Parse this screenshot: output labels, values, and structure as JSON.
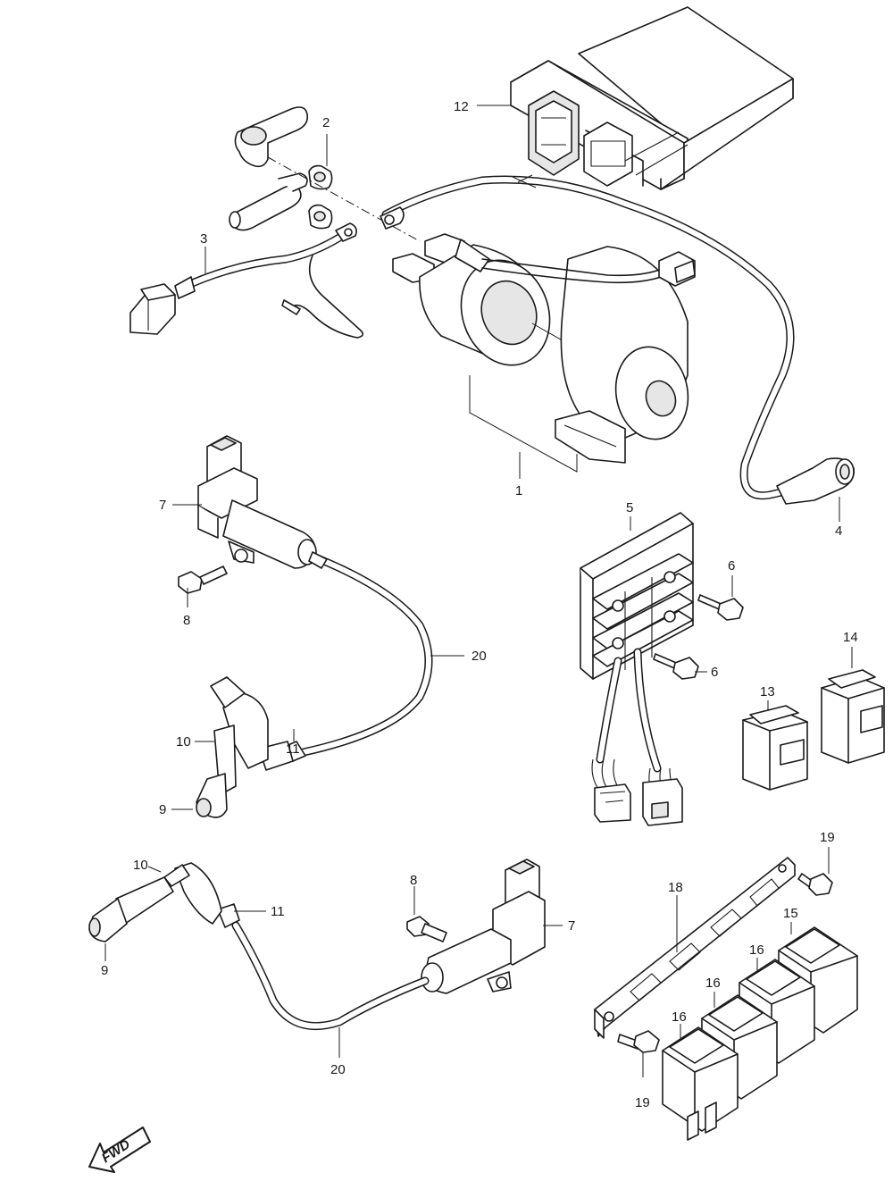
{
  "diagram": {
    "callouts": {
      "c1": "1",
      "c2": "2",
      "c3": "3",
      "c4": "4",
      "c5": "5",
      "c6a": "6",
      "c6b": "6",
      "c7a": "7",
      "c7b": "7",
      "c8a": "8",
      "c8b": "8",
      "c9a": "9",
      "c9b": "9",
      "c10a": "10",
      "c10b": "10",
      "c11a": "11",
      "c11b": "11",
      "c12": "12",
      "c13": "13",
      "c14": "14",
      "c15": "15",
      "c16a": "16",
      "c16b": "16",
      "c16c": "16",
      "c18": "18",
      "c19a": "19",
      "c19b": "19",
      "c20a": "20",
      "c20b": "20"
    },
    "fwd_label": "FWD",
    "colors": {
      "line": "#1a1a1a",
      "fill": "#ffffff",
      "shade": "#e6e6e6"
    }
  }
}
